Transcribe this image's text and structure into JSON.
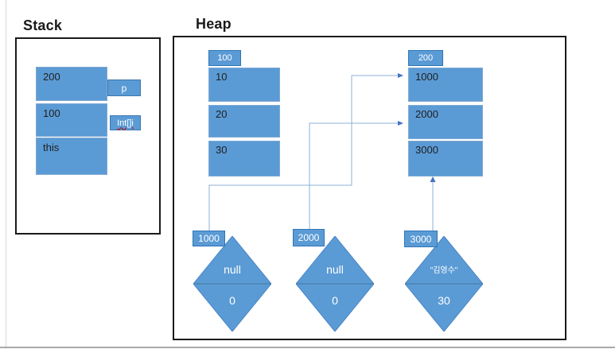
{
  "colors": {
    "box_blue": "#5b9bd5",
    "tab_border": "#2e75b6",
    "connector_line": "#8cb0d9",
    "arrow_head": "#4472c4",
    "frame_border": "#1a1a1a"
  },
  "stack": {
    "title": "Stack",
    "frames": [
      {
        "value": "200",
        "label": "p"
      },
      {
        "value": "100",
        "label": "Int[]i"
      },
      {
        "value": "this",
        "label": ""
      }
    ]
  },
  "heap": {
    "title": "Heap",
    "arrays": [
      {
        "address": "100",
        "cells": [
          "10",
          "20",
          "30"
        ]
      },
      {
        "address": "200",
        "cells": [
          "1000",
          "2000",
          "3000"
        ]
      }
    ],
    "objects": [
      {
        "address": "1000",
        "field1": "null",
        "field2": "0"
      },
      {
        "address": "2000",
        "field1": "null",
        "field2": "0"
      },
      {
        "address": "3000",
        "field1": "\"김영수\"",
        "field2": "30"
      }
    ]
  }
}
